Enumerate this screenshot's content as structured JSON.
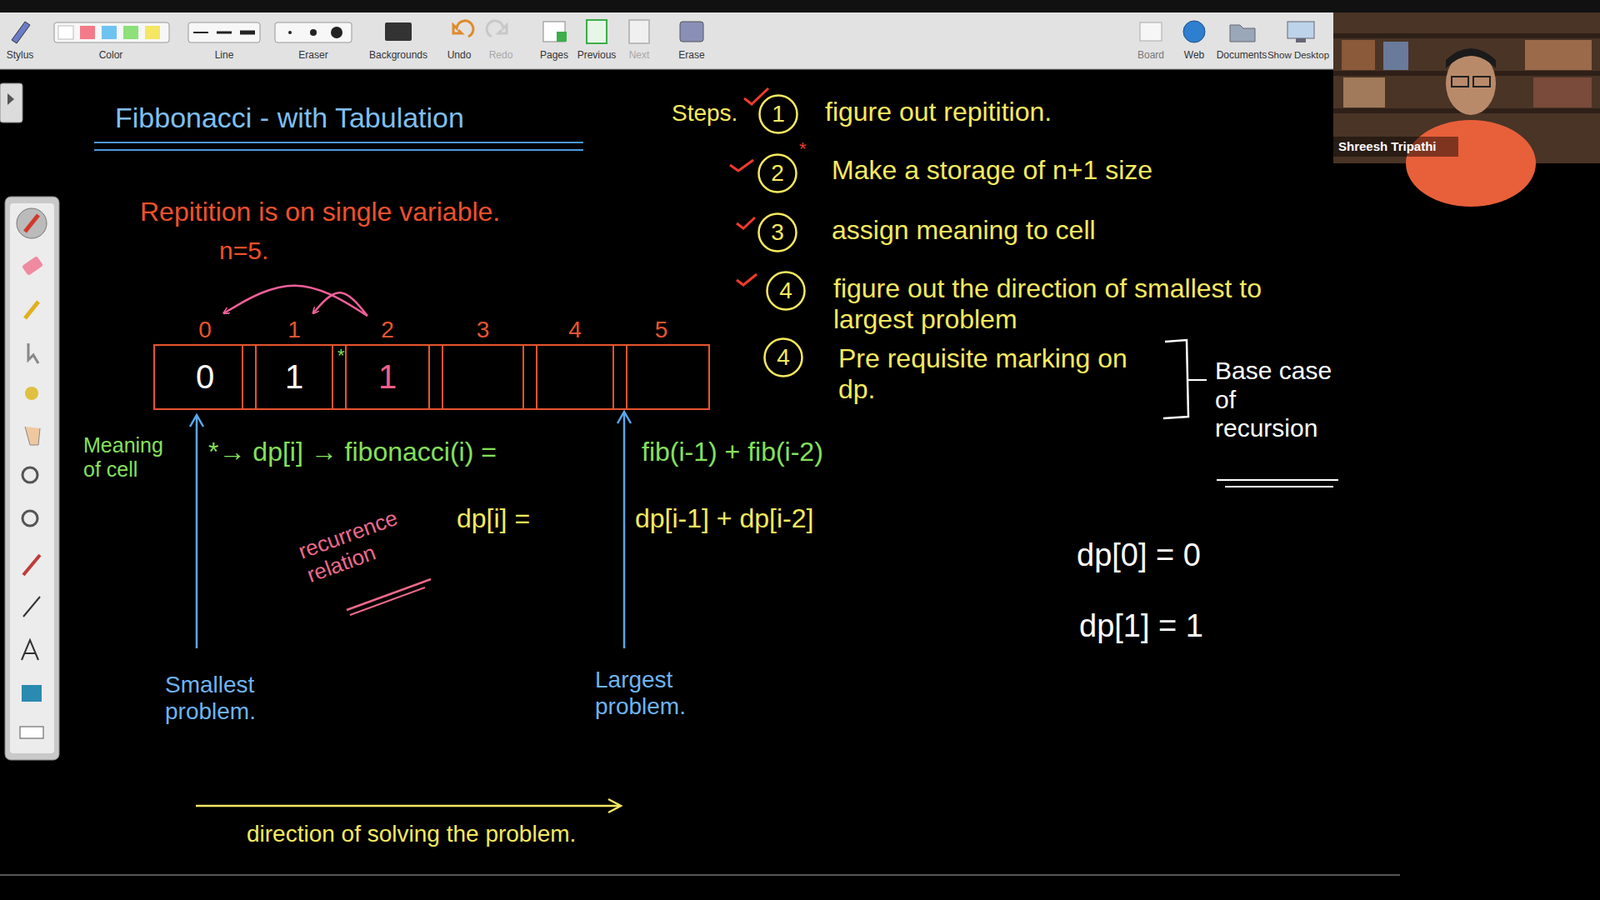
{
  "diagram": {
    "title": "Fibbonacci - with Tabulation",
    "nodes": [
      {
        "text": [
          "0",
          "0"
        ]
      },
      {
        "text": [
          "1",
          "1"
        ]
      },
      {
        "text": [
          "2",
          "1"
        ]
      },
      {
        "text": [
          "3"
        ]
      },
      {
        "text": [
          "4"
        ]
      },
      {
        "text": [
          "5"
        ]
      },
      {
        "text": [
          "1"
        ]
      },
      {
        "text": [
          "2"
        ]
      },
      {
        "text": [
          "3"
        ]
      },
      {
        "text": [
          "4"
        ]
      },
      {
        "text": [
          "4"
        ]
      }
    ],
    "edges": [
      {
        "from": 2,
        "to": 1,
        "arrow": "to"
      },
      {
        "from": 2,
        "to": 0,
        "arrow": "to"
      }
    ],
    "labels": [
      "Stylus",
      "Color",
      "Line",
      "Eraser",
      "Backgrounds",
      "Undo",
      "Redo",
      "Pages",
      "Previous",
      "Next",
      "Erase",
      "Board",
      "Web",
      "Documents",
      "Show Desktop",
      "Shreesh Tripathi",
      "Repitition is on single variable.",
      "n=5.",
      "*",
      "Meaning of cell",
      "*→ dp[i] → fibonacci(i) =",
      "fib(i-1) + fib(i-2)",
      "recurrence relation",
      "dp[i] =",
      "dp[i-1] + dp[i-2]",
      "Smallest problem.",
      "Largest problem.",
      "direction of solving the problem.",
      "Steps.",
      "*",
      "figure out repitition.",
      "Make a storage of n+1 size",
      "assign meaning to cell",
      "figure out the direction of smallest to largest problem",
      "Pre requisite marking on dp.",
      "Base case of recursion",
      "dp[0] = 0",
      "dp[1] = 1"
    ]
  }
}
